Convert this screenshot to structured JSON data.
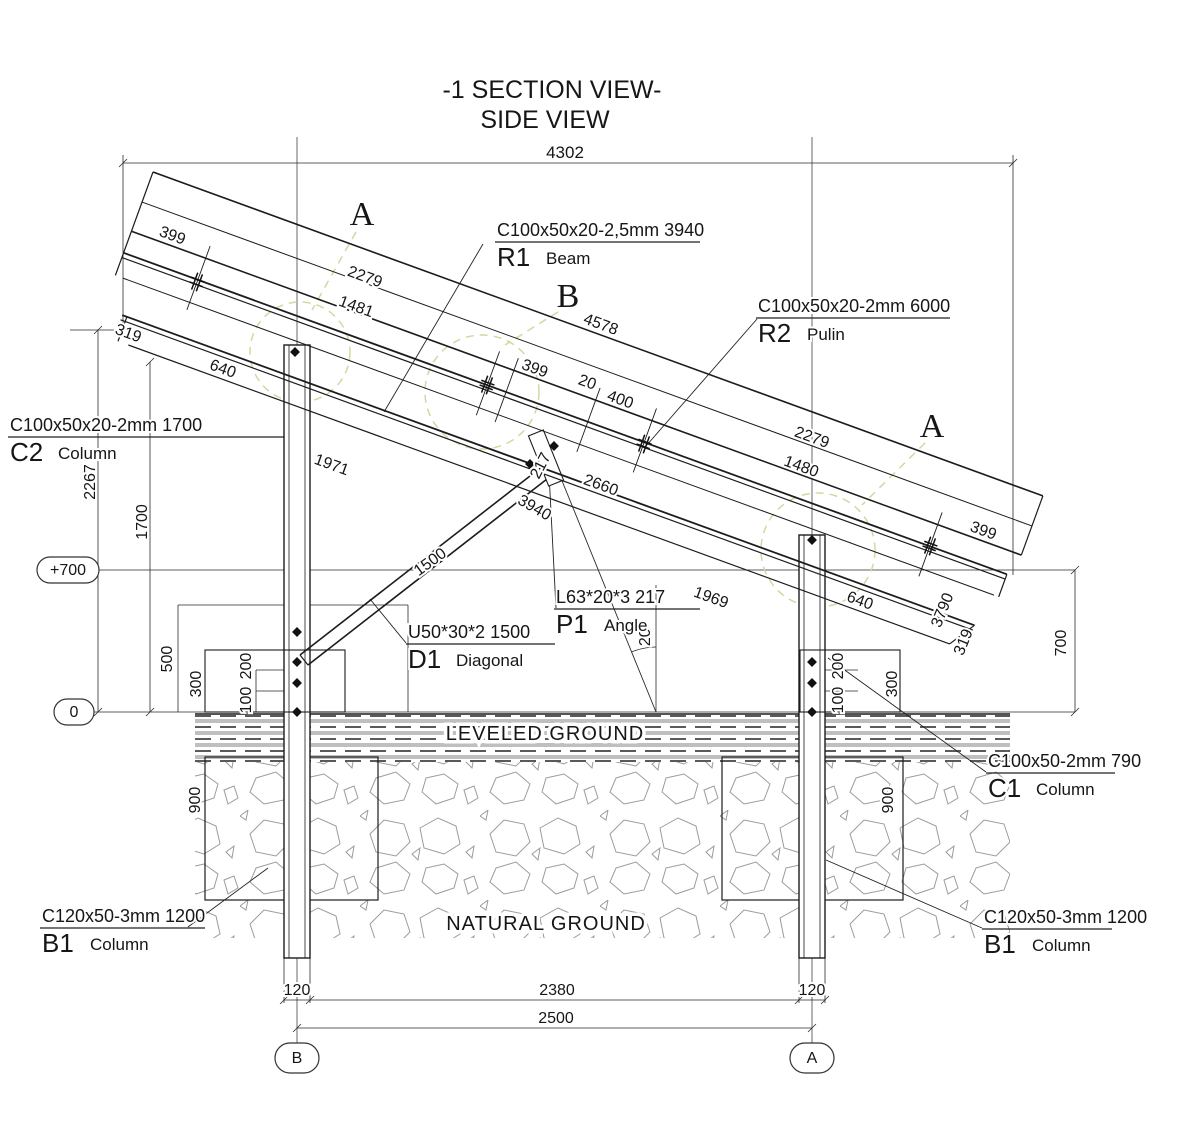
{
  "title": {
    "line1": "-1 SECTION VIEW-",
    "line2": "SIDE VIEW"
  },
  "section_markers": {
    "a_top": "A",
    "b_mid": "B",
    "a_right": "A"
  },
  "levels": {
    "plus700": "+700",
    "zero": "0"
  },
  "grid_bubbles": {
    "left": "B",
    "right": "A"
  },
  "ground": {
    "leveled": "LEVELED GROUND",
    "natural": "NATURAL GROUND"
  },
  "callouts": {
    "r1": {
      "spec": "C100x50x20-2,5mm  3940",
      "tag": "R1",
      "desc": "Beam"
    },
    "r2": {
      "spec": "C100x50x20-2mm  6000",
      "tag": "R2",
      "desc": "Pulin"
    },
    "c2": {
      "spec": "C100x50x20-2mm  1700",
      "tag": "C2",
      "desc": "Column"
    },
    "c1": {
      "spec": "C100x50-2mm    790",
      "tag": "C1",
      "desc": "Column"
    },
    "p1": {
      "spec": "L63*20*3   217",
      "tag": "P1",
      "desc": "Angle"
    },
    "d1": {
      "spec": "U50*30*2   1500",
      "tag": "D1",
      "desc": "Diagonal"
    },
    "b1_left": {
      "spec": "C120x50-3mm   1200",
      "tag": "B1",
      "desc": "Column"
    },
    "b1_right": {
      "spec": "C120x50-3mm   1200",
      "tag": "B1",
      "desc": "Column"
    }
  },
  "dimensions": {
    "top_span": "4302",
    "panel_399_left": "399",
    "panel_2279_left": "2279",
    "panel_1481": "1481",
    "panel_319_left": "319",
    "panel_640_left": "640",
    "panel_4578": "4578",
    "mid_399": "399",
    "mid_20": "20",
    "mid_400": "400",
    "panel_2279_right": "2279",
    "panel_1480": "1480",
    "panel_399_right": "399",
    "panel_640_right": "640",
    "end_3790": "3790",
    "end_319_right": "319",
    "right_700": "700",
    "slope_1971": "1971",
    "slope_1969": "1969",
    "slope_2660": "2660",
    "slope_3940": "3940",
    "angle_217": "217",
    "diag_1500": "1500",
    "tilt_angle": "20°",
    "left_2267": "2267",
    "left_1700": "1700",
    "left_500": "500",
    "left_300": "300",
    "left_200": "200",
    "left_100": "100",
    "right_300": "300",
    "right_200": "200",
    "right_100": "100",
    "depth_900_left": "900",
    "depth_900_right": "900",
    "base_120_left": "120",
    "base_2380": "2380",
    "base_120_right": "120",
    "base_2500": "2500"
  }
}
